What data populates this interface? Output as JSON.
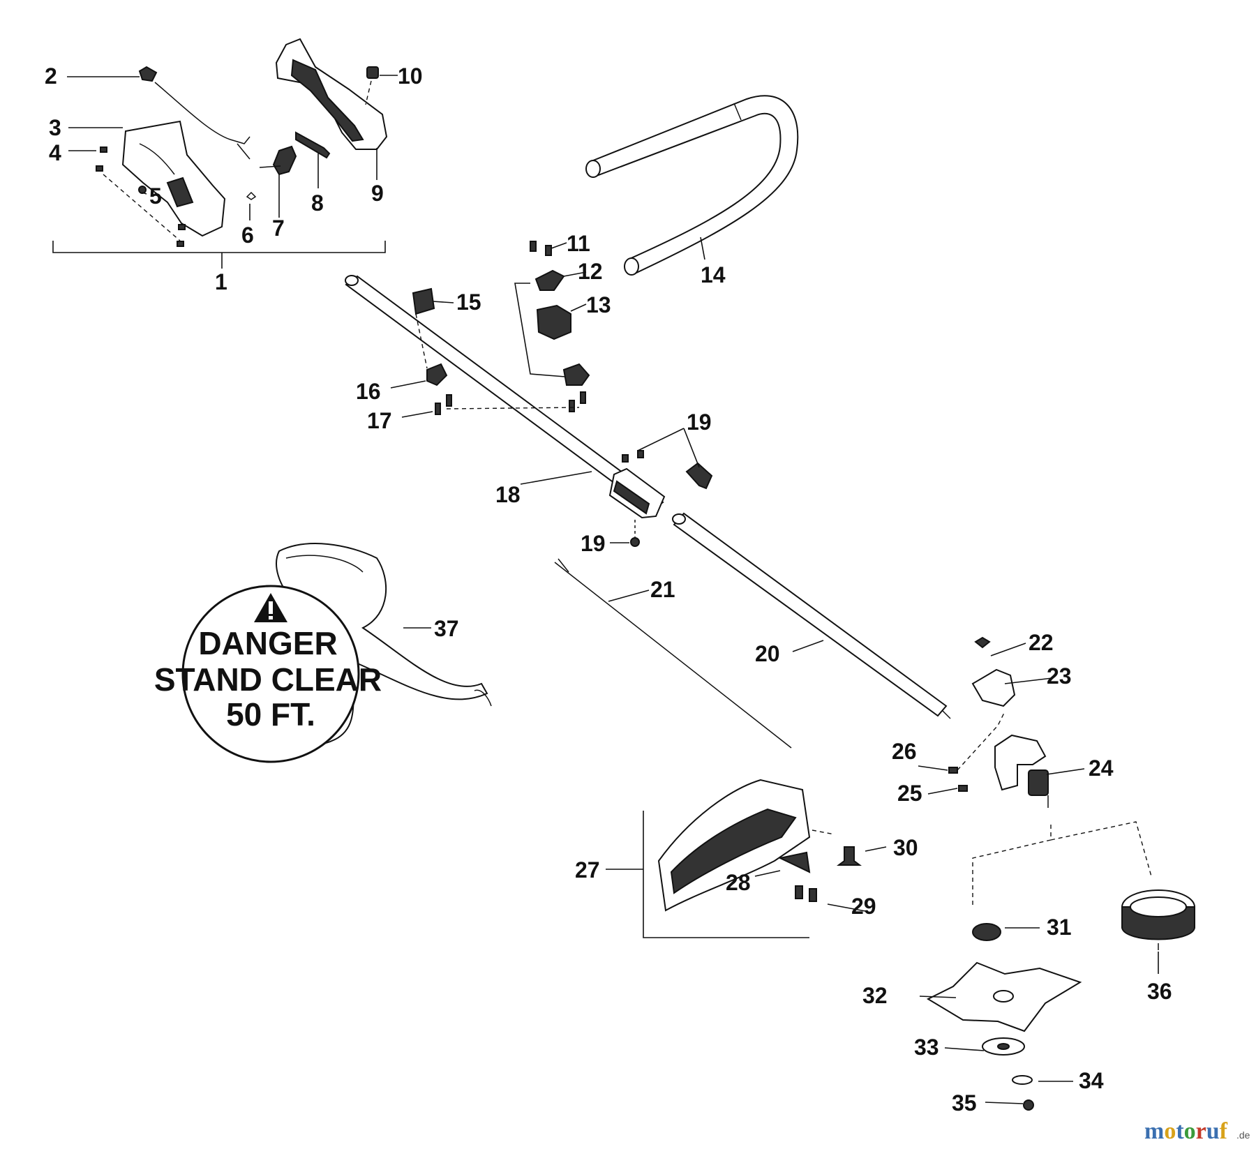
{
  "callouts": {
    "c1": "1",
    "c2": "2",
    "c3": "3",
    "c4": "4",
    "c5": "5",
    "c6": "6",
    "c7": "7",
    "c8": "8",
    "c9": "9",
    "c10": "10",
    "c11": "11",
    "c12": "12",
    "c13": "13",
    "c14": "14",
    "c15": "15",
    "c16": "16",
    "c17": "17",
    "c18": "18",
    "c19a": "19",
    "c19b": "19",
    "c20": "20",
    "c21": "21",
    "c22": "22",
    "c23": "23",
    "c24": "24",
    "c25": "25",
    "c26": "26",
    "c27": "27",
    "c28": "28",
    "c29": "29",
    "c30": "30",
    "c31": "31",
    "c32": "32",
    "c33": "33",
    "c34": "34",
    "c35": "35",
    "c36": "36",
    "c37": "37"
  },
  "danger_sign": {
    "line1": "DANGER",
    "line2": "STAND CLEAR",
    "line3": "50 FT."
  },
  "watermark": {
    "brand": "motoruf",
    "suffix": ".de",
    "colors": [
      "#3a6fb0",
      "#d8a21a",
      "#3a6fb0",
      "#3a9a3a",
      "#c43a2a",
      "#3a6fb0",
      "#d8a21a"
    ]
  }
}
